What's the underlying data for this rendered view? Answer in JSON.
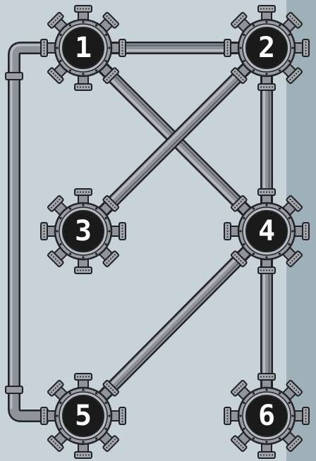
{
  "puzzle": {
    "type": "pipe-network",
    "colors": {
      "background": "#c8d3d9",
      "right_strip": "#9fb0b8",
      "pipe": "#8f939a",
      "pipe_highlight": "#b9bdc2",
      "pipe_shadow": "#5e6168",
      "outline": "#222327",
      "hub_center": "#1a1a1a",
      "label": "#ffffff"
    },
    "hubs": [
      {
        "id": "1",
        "label": "1"
      },
      {
        "id": "2",
        "label": "2"
      },
      {
        "id": "3",
        "label": "3"
      },
      {
        "id": "4",
        "label": "4"
      },
      {
        "id": "5",
        "label": "5"
      },
      {
        "id": "6",
        "label": "6"
      }
    ],
    "connections": [
      [
        "1",
        "2"
      ],
      [
        "1",
        "4"
      ],
      [
        "2",
        "3"
      ],
      [
        "2",
        "4"
      ],
      [
        "4",
        "5"
      ],
      [
        "4",
        "6"
      ],
      [
        "1",
        "5"
      ]
    ]
  }
}
